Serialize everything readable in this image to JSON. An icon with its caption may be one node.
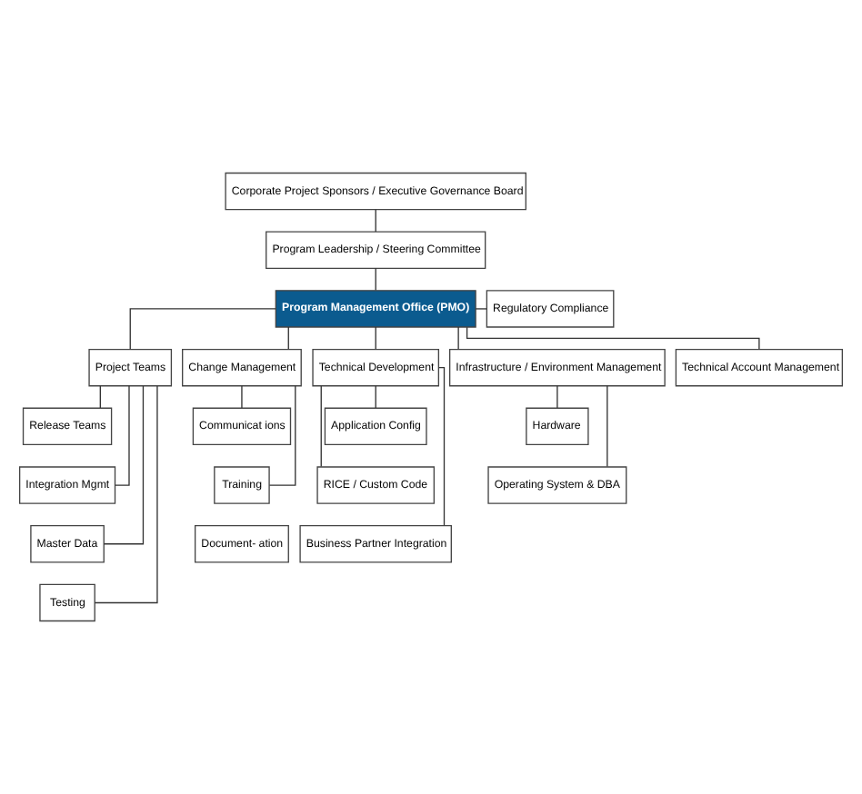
{
  "diagram": {
    "nodes": [
      {
        "text": [
          "Corporate Project Sponsors / Executive Governance Board"
        ]
      },
      {
        "text": [
          "Program Leadership / Steering Committee"
        ]
      },
      {
        "text": [
          "Program Management Office (PMO)"
        ]
      },
      {
        "text": [
          "Regulatory Compliance"
        ]
      },
      {
        "text": [
          "Project Teams"
        ]
      },
      {
        "text": [
          "Change Management"
        ]
      },
      {
        "text": [
          "Technical Development"
        ]
      },
      {
        "text": [
          "Infrastructure / Environment Management"
        ]
      },
      {
        "text": [
          "Technical Account Management"
        ]
      },
      {
        "text": [
          "Release Teams"
        ]
      },
      {
        "text": [
          "Integration Mgmt"
        ]
      },
      {
        "text": [
          "Master Data"
        ]
      },
      {
        "text": [
          "Testing"
        ]
      },
      {
        "text": [
          "Communicat ions"
        ]
      },
      {
        "text": [
          "Training"
        ]
      },
      {
        "text": [
          "Document- ation"
        ]
      },
      {
        "text": [
          "Application Config"
        ]
      },
      {
        "text": [
          "RICE / Custom Code"
        ]
      },
      {
        "text": [
          "Business Partner Integration"
        ]
      },
      {
        "text": [
          "Hardware"
        ]
      },
      {
        "text": [
          "Operating System & DBA"
        ]
      }
    ],
    "edges": [
      {
        "from": 0,
        "to": 1,
        "arrow": "none"
      },
      {
        "from": 1,
        "to": 2,
        "arrow": "none"
      },
      {
        "from": 2,
        "to": 3,
        "arrow": "none"
      },
      {
        "from": 2,
        "to": 4,
        "arrow": "none"
      },
      {
        "from": 2,
        "to": 5,
        "arrow": "none"
      },
      {
        "from": 2,
        "to": 6,
        "arrow": "none"
      },
      {
        "from": 2,
        "to": 7,
        "arrow": "none"
      },
      {
        "from": 2,
        "to": 8,
        "arrow": "none"
      },
      {
        "from": 4,
        "to": 9,
        "arrow": "none"
      },
      {
        "from": 4,
        "to": 10,
        "arrow": "none"
      },
      {
        "from": 4,
        "to": 11,
        "arrow": "none"
      },
      {
        "from": 4,
        "to": 12,
        "arrow": "none"
      },
      {
        "from": 5,
        "to": 13,
        "arrow": "none"
      },
      {
        "from": 5,
        "to": 14,
        "arrow": "none"
      },
      {
        "from": 6,
        "to": 16,
        "arrow": "none"
      },
      {
        "from": 6,
        "to": 17,
        "arrow": "none"
      },
      {
        "from": 6,
        "to": 18,
        "arrow": "none"
      },
      {
        "from": 7,
        "to": 19,
        "arrow": "none"
      },
      {
        "from": 7,
        "to": 20,
        "arrow": "none"
      }
    ]
  }
}
